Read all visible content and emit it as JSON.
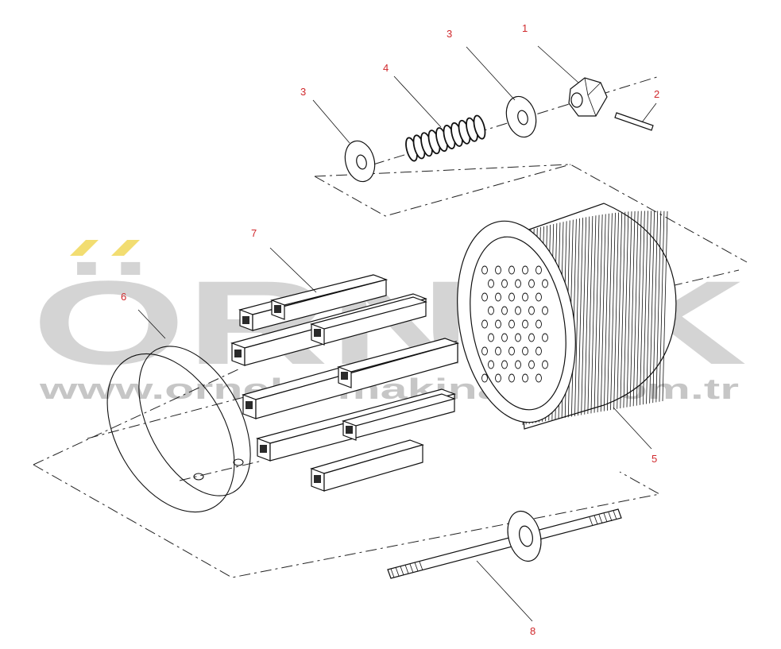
{
  "watermark": {
    "brand": "ÖRNEK",
    "url": "www.ornekismakinalari.com.tr",
    "brand_color": "#c8c8c8",
    "accent_color": "#f2dc6a"
  },
  "callouts": [
    {
      "id": "c1",
      "label": "1"
    },
    {
      "id": "c2",
      "label": "2"
    },
    {
      "id": "c3a",
      "label": "3"
    },
    {
      "id": "c3b",
      "label": "3"
    },
    {
      "id": "c4",
      "label": "4"
    },
    {
      "id": "c5",
      "label": "5"
    },
    {
      "id": "c6",
      "label": "6"
    },
    {
      "id": "c7",
      "label": "7"
    },
    {
      "id": "c8",
      "label": "8"
    }
  ],
  "parts": [
    {
      "number": "1",
      "name": "nut-icon"
    },
    {
      "number": "2",
      "name": "pin-icon"
    },
    {
      "number": "3",
      "name": "washer-icon"
    },
    {
      "number": "4",
      "name": "spring-icon"
    },
    {
      "number": "5",
      "name": "filter-element-icon"
    },
    {
      "number": "6",
      "name": "sealing-ring-icon"
    },
    {
      "number": "7",
      "name": "spacer-bar-icon"
    },
    {
      "number": "8",
      "name": "threaded-rod-icon"
    }
  ],
  "colors": {
    "callout": "#d0282c",
    "line": "#111111",
    "background": "#ffffff"
  }
}
